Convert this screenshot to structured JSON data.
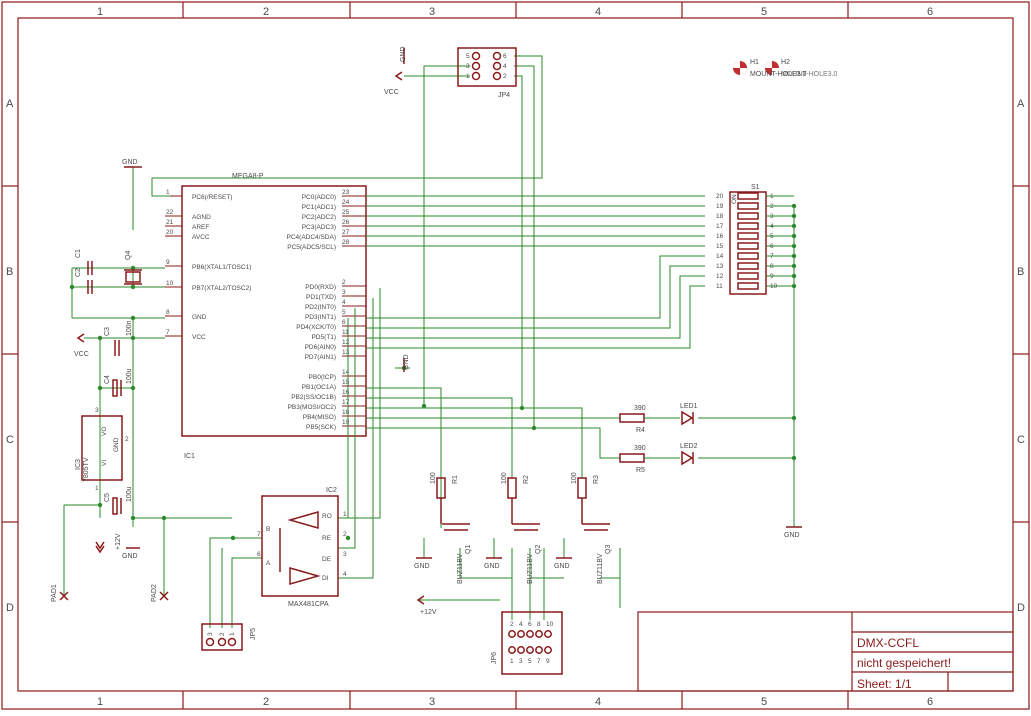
{
  "frame": {
    "columns": [
      "1",
      "2",
      "3",
      "4",
      "5",
      "6"
    ],
    "rows": [
      "A",
      "B",
      "C",
      "D"
    ]
  },
  "title_block": {
    "title": "DMX-CCFL",
    "subtitle": "nicht gespeichert!",
    "sheet": "Sheet: 1/1"
  },
  "ic1": {
    "name": "IC1",
    "value": "MEGA8-P",
    "left_pins": [
      {
        "num": "1",
        "name": "PC6(/RESET)"
      },
      {
        "num": "22",
        "name": "AGND"
      },
      {
        "num": "21",
        "name": "AREF"
      },
      {
        "num": "20",
        "name": "AVCC"
      },
      {
        "num": "9",
        "name": "PB6(XTAL1/TOSC1)"
      },
      {
        "num": "10",
        "name": "PB7(XTAL2/TOSC2)"
      },
      {
        "num": "8",
        "name": "GND"
      },
      {
        "num": "7",
        "name": "VCC"
      }
    ],
    "right_pins": [
      {
        "num": "23",
        "name": "PC0(ADC0)"
      },
      {
        "num": "24",
        "name": "PC1(ADC1)"
      },
      {
        "num": "25",
        "name": "PC2(ADC2)"
      },
      {
        "num": "26",
        "name": "PC3(ADC3)"
      },
      {
        "num": "27",
        "name": "PC4(ADC4/SDA)"
      },
      {
        "num": "28",
        "name": "PC5(ADC5/SCL)"
      },
      {
        "num": "2",
        "name": "PD0(RXD)"
      },
      {
        "num": "3",
        "name": "PD1(TXD)"
      },
      {
        "num": "4",
        "name": "PD2(INT0)"
      },
      {
        "num": "5",
        "name": "PD3(INT1)"
      },
      {
        "num": "6",
        "name": "PD4(XCK/T0)"
      },
      {
        "num": "11",
        "name": "PD5(T1)"
      },
      {
        "num": "12",
        "name": "PD6(AIN0)"
      },
      {
        "num": "13",
        "name": "PD7(AIN1)"
      },
      {
        "num": "14",
        "name": "PB0(ICP)"
      },
      {
        "num": "15",
        "name": "PB1(OC1A)"
      },
      {
        "num": "16",
        "name": "PB2(SS/OC1B)"
      },
      {
        "num": "17",
        "name": "PB3(MOSI/OC2)"
      },
      {
        "num": "18",
        "name": "PB4(MISO)"
      },
      {
        "num": "19",
        "name": "PB5(SCK)"
      }
    ]
  },
  "ic2": {
    "name": "IC2",
    "value": "MAX481CPA",
    "pins": [
      {
        "num": "1",
        "name": "RO"
      },
      {
        "num": "2",
        "name": "RE"
      },
      {
        "num": "3",
        "name": "DE"
      },
      {
        "num": "4",
        "name": "DI"
      },
      {
        "num": "7",
        "name": "B"
      },
      {
        "num": "6",
        "name": "A"
      }
    ]
  },
  "ic3": {
    "name": "IC3",
    "value": "7805TV",
    "pins": {
      "vo": "VO",
      "gnd": "GND",
      "vi": "VI",
      "p1": "1",
      "p2": "2",
      "p3": "3"
    }
  },
  "jp4": {
    "name": "JP4",
    "pins": [
      "5",
      "6",
      "3",
      "4",
      "1",
      "2"
    ]
  },
  "jp5": {
    "name": "JP5",
    "pins": [
      "3",
      "2",
      "1"
    ]
  },
  "jp6": {
    "name": "JP6",
    "pins": [
      "2",
      "4",
      "6",
      "8",
      "10",
      "1",
      "3",
      "5",
      "7",
      "9"
    ]
  },
  "s1": {
    "name": "S1",
    "pins_left": [
      "20",
      "19",
      "18",
      "17",
      "16",
      "15",
      "14",
      "13",
      "12",
      "11"
    ],
    "pins_right": [
      "1",
      "2",
      "3",
      "4",
      "5",
      "6",
      "7",
      "8",
      "9",
      "10"
    ],
    "on_label": "ON"
  },
  "passives": {
    "c1": "C1",
    "c2": "C2",
    "c3": "C3",
    "c3_val": "100n",
    "c4": "C4",
    "c4_val": "100u",
    "c5": "C5",
    "c5_val": "100u",
    "q4": "Q4",
    "r1": "R1",
    "r1_val": "100",
    "r2": "R2",
    "r2_val": "100",
    "r3": "R3",
    "r3_val": "100",
    "r4": "R4",
    "r4_val": "390",
    "r5": "R5",
    "r5_val": "390",
    "led1": "LED1",
    "led2": "LED2"
  },
  "transistors": [
    {
      "name": "Q1",
      "value": "BUZ11BV"
    },
    {
      "name": "Q2",
      "value": "BUZ11BV"
    },
    {
      "name": "Q3",
      "value": "BUZ11BV"
    }
  ],
  "pads": {
    "pad1": "PAD1",
    "pad2": "PAD2"
  },
  "holes": {
    "h1": "H1",
    "h2": "H2",
    "h1_val": "MOUNT-HOLE3.0",
    "h2_val": "MOUNT-HOLE3.0"
  },
  "supplies": {
    "gnd": "GND",
    "vcc": "VCC",
    "v12": "+12V"
  }
}
